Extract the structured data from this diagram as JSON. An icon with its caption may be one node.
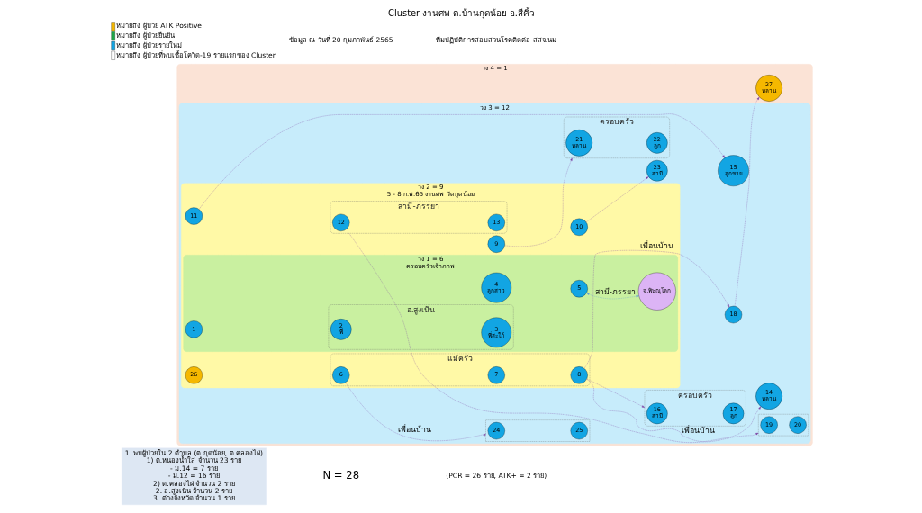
{
  "diagram": {
    "title": "Cluster งานศพ ต.บ้านกุดน้อย อ.สีคิ้ว",
    "nodes": [
      {
        "text": [
          "1. พบผู้ป่วยใน 2 ตำบล (ต.กุดน้อย, ต.คลองไผ่)",
          "1) ต.หนองน้ำใส จำนวน 23 ราย",
          "- ม.14 = 7 ราย",
          "- ม.12 = 16 ราย",
          "2) ต.คลองไผ่ จำนวน 2 ราย",
          "2. อ.สูงเนิน จำนวน 2 ราย",
          "3. ต่างจังหวัด จำนวน 1 ราย"
        ]
      },
      {
        "text": [
          "วง 4 = 1"
        ]
      },
      {
        "text": [
          "วง 3 = 12"
        ],
        "in": 1
      },
      {
        "text": [
          "วง 2 = 9",
          "5 - 8 ก.พ.65 งานศพ วัดกุดน้อย"
        ],
        "in": 2
      },
      {
        "text": [
          "วง 1 = 6",
          "ครอบครัวเจ้าภาพ"
        ],
        "in": 3
      },
      {
        "text": [
          "1"
        ],
        "in": 4
      },
      {
        "text": [
          "อ.สูงเนิน"
        ],
        "in": 4
      },
      {
        "text": [
          "2",
          "พี่"
        ],
        "in": 6
      },
      {
        "text": [
          "3",
          "พี่สะใภ้"
        ],
        "in": 6
      },
      {
        "text": [
          "4",
          "ลูกสาว"
        ],
        "in": 4
      },
      {
        "text": [
          "5"
        ],
        "in": 4
      },
      {
        "text": [
          "จ.พิษณุโลก"
        ],
        "in": 4
      },
      {
        "text": [
          "26"
        ],
        "in": 3
      },
      {
        "text": [
          "แม่ครัว"
        ],
        "in": 3
      },
      {
        "text": [
          "6"
        ],
        "in": 13
      },
      {
        "text": [
          "7"
        ],
        "in": 13
      },
      {
        "text": [
          "8"
        ],
        "in": 13
      },
      {
        "text": [
          "9"
        ],
        "in": 3
      },
      {
        "text": [
          "10"
        ],
        "in": 3
      },
      {
        "text": [
          "11"
        ],
        "in": 3
      },
      {
        "text": [
          "สามี-ภรรยา"
        ],
        "in": 3
      },
      {
        "text": [
          "12"
        ],
        "in": 20
      },
      {
        "text": [
          "13"
        ],
        "in": 20
      },
      {
        "text": [],
        "shape": "box",
        "in": 2
      },
      {
        "text": [
          "24"
        ],
        "in": 23
      },
      {
        "text": [
          "25"
        ],
        "in": 23
      },
      {
        "text": [
          "ครอบครัว"
        ],
        "in": 2
      },
      {
        "text": [
          "16",
          "สามี"
        ],
        "in": 26
      },
      {
        "text": [
          "17",
          "ลูก"
        ],
        "in": 26
      },
      {
        "text": [
          "18"
        ],
        "in": 2
      },
      {
        "text": [],
        "shape": "box",
        "in": 2
      },
      {
        "text": [
          "19"
        ],
        "in": 30
      },
      {
        "text": [
          "20"
        ],
        "in": 30
      },
      {
        "text": [
          "ครอบครัว"
        ],
        "in": 2
      },
      {
        "text": [
          "21",
          "หลาน"
        ],
        "in": 33
      },
      {
        "text": [
          "22",
          "ลูก"
        ],
        "in": 33
      },
      {
        "text": [
          "23",
          "สามี"
        ],
        "in": 2
      },
      {
        "text": [
          "15",
          "ลูกชาย"
        ],
        "in": 2
      },
      {
        "text": [
          "14",
          "หลาน"
        ],
        "in": 2
      },
      {
        "text": [
          "27",
          "หลาน"
        ],
        "in": 1
      }
    ],
    "edges": [
      {
        "from": 14,
        "to": 23,
        "arrow": "to",
        "label": "เพื่อนบ้าน",
        "style": "dashed"
      },
      {
        "from": 16,
        "to": 26,
        "arrow": "to",
        "style": "dashed"
      },
      {
        "from": 16,
        "to": 29,
        "arrow": "to",
        "label": "เพื่อนบ้าน",
        "style": "dashed"
      },
      {
        "from": 16,
        "to": 30,
        "arrow": "to",
        "label": "เพื่อนบ้าน",
        "style": "dashed"
      },
      {
        "from": 29,
        "to": 39,
        "arrow": "to",
        "style": "dashed"
      },
      {
        "from": 17,
        "to": 33,
        "arrow": "to",
        "style": "dashed"
      },
      {
        "from": 18,
        "to": 36,
        "arrow": "to",
        "style": "dashed"
      },
      {
        "from": 19,
        "to": 37,
        "arrow": "to",
        "style": "dashed"
      },
      {
        "from": 20,
        "to": 38,
        "arrow": "to",
        "style": "dashed"
      },
      {
        "from": 10,
        "to": 11,
        "arrow": "both",
        "label": "สามี-ภรรยา",
        "style": "dashed",
        "color": "#5b9bd5"
      }
    ],
    "labels": [
      "N = 28",
      "(PCR = 26 ราย, ATK+ = 2 ราย)",
      "ข้อมูล ณ วันที่ 20 กุมภาพันธ์ 2565",
      "ทีมปฏิบัติการสอบสวนโรคติดต่อ สสจ.นม"
    ],
    "legend": [
      {
        "text": "หมายถึง ผู้ป่วย ATK Positive",
        "color": "#f5b800"
      },
      {
        "text": "หมายถึง ผู้ป่วยยืนยัน",
        "color": "#1fa84a"
      },
      {
        "text": "หมายถึง ผู้ป่วยรายใหม่",
        "color": "#12a5e3"
      },
      {
        "text": "หมายถึง ผู้ป่วยที่พบเชื้อโควิด-19 รายแรกของ Cluster"
      }
    ]
  }
}
